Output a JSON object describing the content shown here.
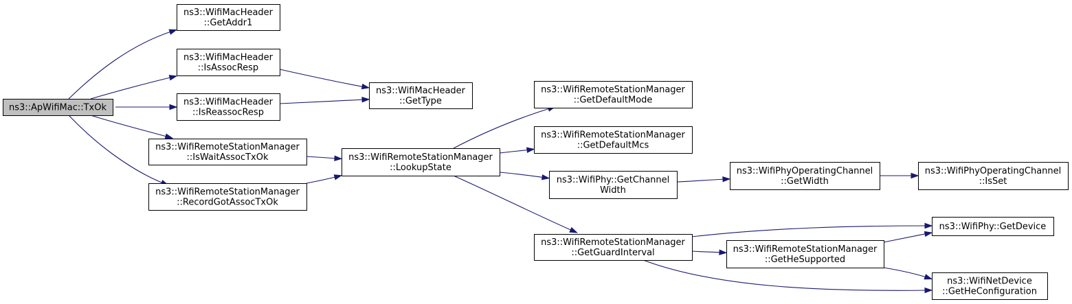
{
  "graph": {
    "nodes": [
      {
        "id": "root",
        "lines": [
          "ns3::ApWifiMac::TxOk"
        ],
        "root": true
      },
      {
        "id": "getaddr1",
        "lines": [
          "ns3::WifiMacHeader",
          "::GetAddr1"
        ]
      },
      {
        "id": "isassocresp",
        "lines": [
          "ns3::WifiMacHeader",
          "::IsAssocResp"
        ]
      },
      {
        "id": "isreassocresp",
        "lines": [
          "ns3::WifiMacHeader",
          "::IsReassocResp"
        ]
      },
      {
        "id": "gettype",
        "lines": [
          "ns3::WifiMacHeader",
          "::GetType"
        ]
      },
      {
        "id": "iswaitassoc",
        "lines": [
          "ns3::WifiRemoteStationManager",
          "::IsWaitAssocTxOk"
        ]
      },
      {
        "id": "recordgotassoc",
        "lines": [
          "ns3::WifiRemoteStationManager",
          "::RecordGotAssocTxOk"
        ]
      },
      {
        "id": "lookupstate",
        "lines": [
          "ns3::WifiRemoteStationManager",
          "::LookupState"
        ]
      },
      {
        "id": "getdefaultmode",
        "lines": [
          "ns3::WifiRemoteStationManager",
          "::GetDefaultMode"
        ]
      },
      {
        "id": "getdefaultmcs",
        "lines": [
          "ns3::WifiRemoteStationManager",
          "::GetDefaultMcs"
        ]
      },
      {
        "id": "getchannelwidth",
        "lines": [
          "ns3::WifiPhy::GetChannel",
          "Width"
        ]
      },
      {
        "id": "getguardinterval",
        "lines": [
          "ns3::WifiRemoteStationManager",
          "::GetGuardInterval"
        ]
      },
      {
        "id": "opchan_getwidth",
        "lines": [
          "ns3::WifiPhyOperatingChannel",
          "::GetWidth"
        ]
      },
      {
        "id": "opchan_isset",
        "lines": [
          "ns3::WifiPhyOperatingChannel",
          "::IsSet"
        ]
      },
      {
        "id": "gethesupported",
        "lines": [
          "ns3::WifiRemoteStationManager",
          "::GetHeSupported"
        ]
      },
      {
        "id": "getdevice",
        "lines": [
          "ns3::WifiPhy::GetDevice"
        ]
      },
      {
        "id": "gethecfg",
        "lines": [
          "ns3::WifiNetDevice",
          "::GetHeConfiguration"
        ]
      }
    ],
    "edges": [
      {
        "from": "root",
        "to": "getaddr1"
      },
      {
        "from": "root",
        "to": "isassocresp"
      },
      {
        "from": "root",
        "to": "isreassocresp"
      },
      {
        "from": "root",
        "to": "iswaitassoc"
      },
      {
        "from": "root",
        "to": "recordgotassoc"
      },
      {
        "from": "isassocresp",
        "to": "gettype"
      },
      {
        "from": "isreassocresp",
        "to": "gettype"
      },
      {
        "from": "iswaitassoc",
        "to": "lookupstate"
      },
      {
        "from": "recordgotassoc",
        "to": "lookupstate"
      },
      {
        "from": "lookupstate",
        "to": "getdefaultmode"
      },
      {
        "from": "lookupstate",
        "to": "getdefaultmcs"
      },
      {
        "from": "lookupstate",
        "to": "getchannelwidth"
      },
      {
        "from": "lookupstate",
        "to": "getguardinterval"
      },
      {
        "from": "getchannelwidth",
        "to": "opchan_getwidth"
      },
      {
        "from": "opchan_getwidth",
        "to": "opchan_isset"
      },
      {
        "from": "getguardinterval",
        "to": "getdevice"
      },
      {
        "from": "getguardinterval",
        "to": "gethesupported"
      },
      {
        "from": "getguardinterval",
        "to": "gethecfg"
      },
      {
        "from": "gethesupported",
        "to": "getdevice"
      },
      {
        "from": "gethesupported",
        "to": "gethecfg"
      }
    ]
  }
}
